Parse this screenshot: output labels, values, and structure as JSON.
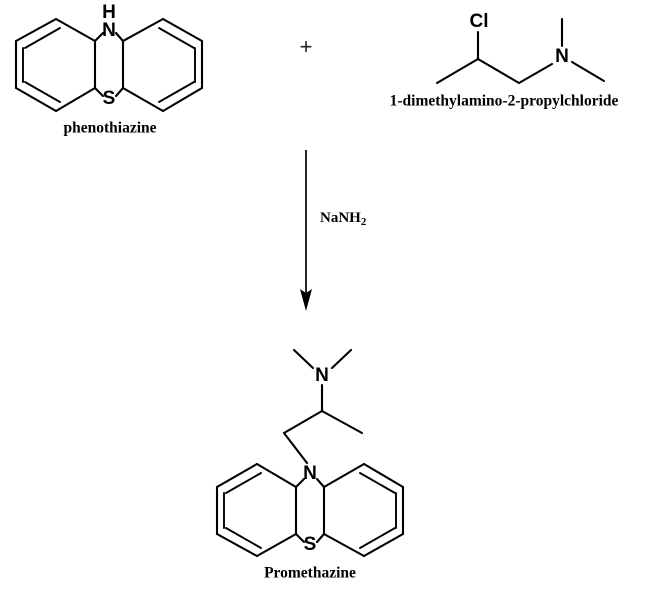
{
  "diagram": {
    "title_visible": false,
    "type": "chemical-reaction-scheme",
    "background_color": "#ffffff",
    "bond_color": "#000000"
  },
  "reactants": {
    "plus_sign": "+",
    "phenothiazine": {
      "name_label": "phenothiazine",
      "atoms": {
        "nitrogen": "N",
        "hydrogen": "H",
        "sulfur": "S"
      }
    },
    "propylchloride": {
      "name_label": "1-dimethylamino-2-propylchloride",
      "atoms": {
        "chlorine": "Cl",
        "nitrogen": "N"
      }
    }
  },
  "arrow": {
    "direction": "down",
    "reagent_text": "NaNH",
    "reagent_subscript": "2",
    "reagent_full": "NaNH2"
  },
  "product": {
    "promethazine": {
      "name_label": "Promethazine",
      "atoms": {
        "ring_nitrogen": "N",
        "sidechain_nitrogen": "N",
        "sulfur": "S"
      }
    }
  }
}
